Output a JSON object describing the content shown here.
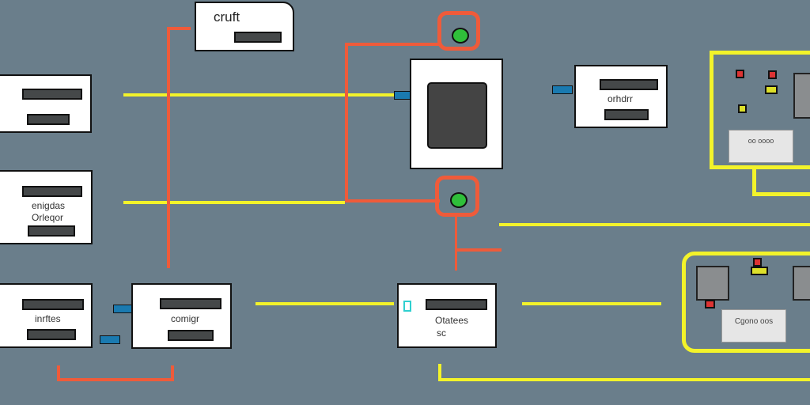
{
  "nodes": {
    "top_folder": {
      "label": "cruft"
    },
    "left_mid": {
      "line1": "enigdas",
      "line2": "Orleqor"
    },
    "left_bottom": {
      "label": "inrftes"
    },
    "mid_bottom_left": {
      "label": "comigr"
    },
    "right_top": {
      "label": "orhdrr"
    },
    "center_bottom": {
      "line1": "Otatees",
      "line2": "sc"
    },
    "panel_top": {
      "label": "oo oooo"
    },
    "panel_bottom": {
      "label": "Cgono oos"
    }
  },
  "colors": {
    "background": "#6a7e8b",
    "yellow_wire": "#f3f32a",
    "red_wire": "#ef5b3a",
    "plug": "#1a7ab0",
    "green_node": "#2fbf3a"
  }
}
